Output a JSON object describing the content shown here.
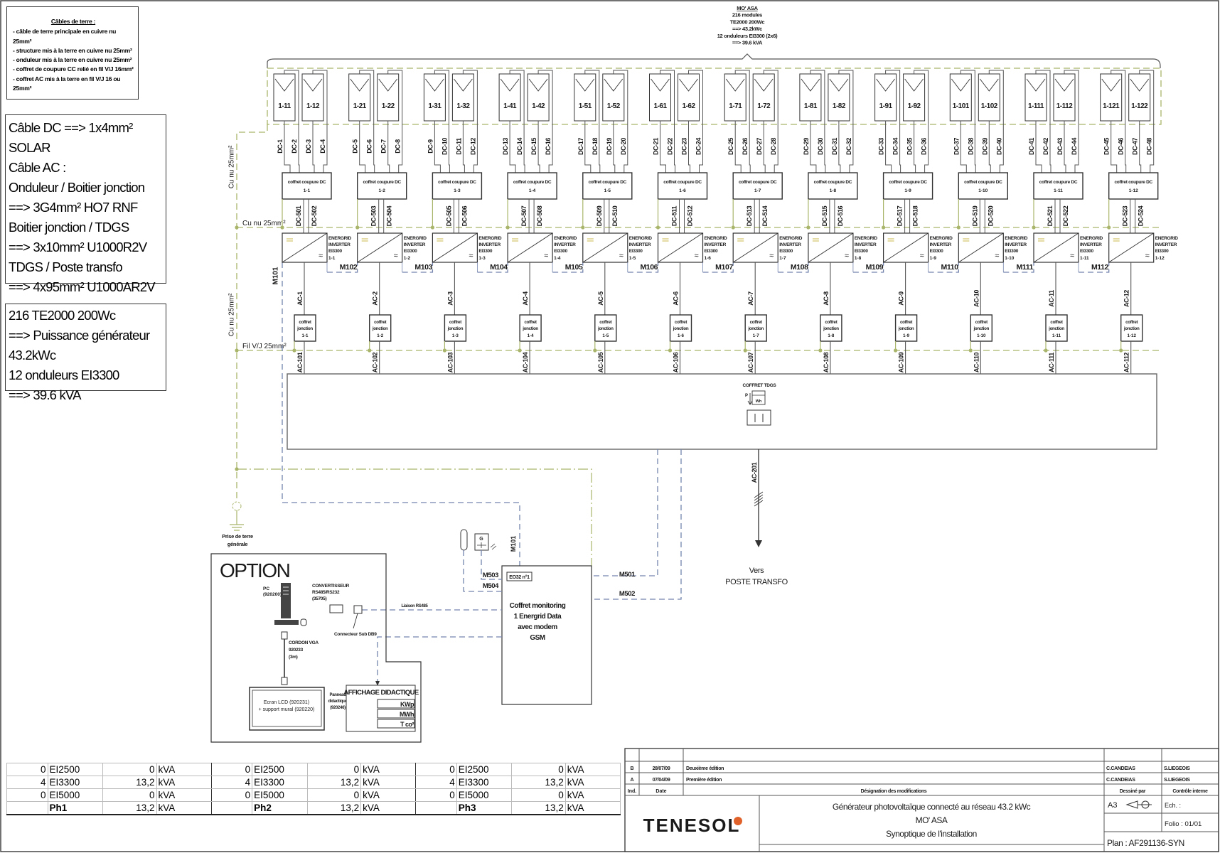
{
  "earth_cables": {
    "title": "Câbles de terre :",
    "lines": [
      "- câble de terre principale en cuivre nu 25mm²",
      "- structure mis à la terre en cuivre nu 25mm²",
      "- onduleur mis à la terre en cuivre nu 25mm²",
      "- coffret de coupure CC relié en fil V/J 16mm²",
      "- coffret AC mis à la terre en fil V/J 16 ou 25mm²"
    ]
  },
  "cable_specs": [
    "Câble DC ==> 1x4mm² SOLAR",
    "Câble AC :",
    "Onduleur / Boitier jonction",
    "==> 3G4mm² HO7 RNF",
    "Boitier jonction / TDGS",
    "==> 3x10mm² U1000R2V",
    "TDGS /  Poste transfo",
    "==> 4x95mm² U1000AR2V"
  ],
  "generator_summary": [
    "216 TE2000 200Wc",
    "==> Puissance générateur 43.2kWc",
    "12 onduleurs EI3300",
    "==> 39.6 kVA"
  ],
  "array_header": [
    "MO' ASA",
    "216 modules",
    "TE2000 200Wc",
    "==> 43.2kWc",
    "12 onduleurs EI3300 (2x6)",
    "==> 39.6 kVA"
  ],
  "bus_labels": {
    "cu_vertical_top": "Cu nu 25mm²",
    "cu_vertical_bottom": "Cu nu 25mm²",
    "cu_horizontal": "Cu nu 25mm²",
    "fil_vj": "Fil V/J 25mm²",
    "m101_inverters": "M101"
  },
  "common": {
    "coffret_dc": "coffret coupure DC",
    "inverter_lines": [
      "ENERGRID",
      "INVERTER",
      "EI3300"
    ],
    "jonction_lines": [
      "coffret",
      "jonction"
    ]
  },
  "groups": [
    {
      "panels": [
        "1-11",
        "1-12"
      ],
      "dc": [
        "DC-1",
        "DC-2",
        "DC-3",
        "DC-4"
      ],
      "coffret_dc": "1-1",
      "dc_out": [
        "DC-501",
        "DC-502"
      ],
      "inverter": "1-1",
      "m": "M102",
      "ac": "AC-1",
      "jonction": "1-1",
      "ac_out": "AC-101"
    },
    {
      "panels": [
        "1-21",
        "1-22"
      ],
      "dc": [
        "DC-5",
        "DC-6",
        "DC-7",
        "DC-8"
      ],
      "coffret_dc": "1-2",
      "dc_out": [
        "DC-503",
        "DC-504"
      ],
      "inverter": "1-2",
      "m": "M103",
      "ac": "AC-2",
      "jonction": "1-2",
      "ac_out": "AC-102"
    },
    {
      "panels": [
        "1-31",
        "1-32"
      ],
      "dc": [
        "DC-9",
        "DC-10",
        "DC-11",
        "DC-12"
      ],
      "coffret_dc": "1-3",
      "dc_out": [
        "DC-505",
        "DC-506"
      ],
      "inverter": "1-3",
      "m": "M104",
      "ac": "AC-3",
      "jonction": "1-3",
      "ac_out": "AC-103"
    },
    {
      "panels": [
        "1-41",
        "1-42"
      ],
      "dc": [
        "DC-13",
        "DC-14",
        "DC-15",
        "DC-16"
      ],
      "coffret_dc": "1-4",
      "dc_out": [
        "DC-507",
        "DC-508"
      ],
      "inverter": "1-4",
      "m": "M105",
      "ac": "AC-4",
      "jonction": "1-4",
      "ac_out": "AC-104"
    },
    {
      "panels": [
        "1-51",
        "1-52"
      ],
      "dc": [
        "DC-17",
        "DC-18",
        "DC-19",
        "DC-20"
      ],
      "coffret_dc": "1-5",
      "dc_out": [
        "DC-509",
        "DC-510"
      ],
      "inverter": "1-5",
      "m": "M106",
      "ac": "AC-5",
      "jonction": "1-5",
      "ac_out": "AC-105"
    },
    {
      "panels": [
        "1-61",
        "1-62"
      ],
      "dc": [
        "DC-21",
        "DC-22",
        "DC-23",
        "DC-24"
      ],
      "coffret_dc": "1-6",
      "dc_out": [
        "DC-511",
        "DC-512"
      ],
      "inverter": "1-6",
      "m": "M107",
      "ac": "AC-6",
      "jonction": "1-6",
      "ac_out": "AC-106"
    },
    {
      "panels": [
        "1-71",
        "1-72"
      ],
      "dc": [
        "DC-25",
        "DC-26",
        "DC-27",
        "DC-28"
      ],
      "coffret_dc": "1-7",
      "dc_out": [
        "DC-513",
        "DC-514"
      ],
      "inverter": "1-7",
      "m": "M108",
      "ac": "AC-7",
      "jonction": "1-7",
      "ac_out": "AC-107"
    },
    {
      "panels": [
        "1-81",
        "1-82"
      ],
      "dc": [
        "DC-29",
        "DC-30",
        "DC-31",
        "DC-32"
      ],
      "coffret_dc": "1-8",
      "dc_out": [
        "DC-515",
        "DC-516"
      ],
      "inverter": "1-8",
      "m": "M109",
      "ac": "AC-8",
      "jonction": "1-8",
      "ac_out": "AC-108"
    },
    {
      "panels": [
        "1-91",
        "1-92"
      ],
      "dc": [
        "DC-33",
        "DC-34",
        "DC-35",
        "DC-36"
      ],
      "coffret_dc": "1-9",
      "dc_out": [
        "DC-517",
        "DC-518"
      ],
      "inverter": "1-9",
      "m": "M110",
      "ac": "AC-9",
      "jonction": "1-9",
      "ac_out": "AC-109"
    },
    {
      "panels": [
        "1-101",
        "1-102"
      ],
      "dc": [
        "DC-37",
        "DC-38",
        "DC-39",
        "DC-40"
      ],
      "coffret_dc": "1-10",
      "dc_out": [
        "DC-519",
        "DC-520"
      ],
      "inverter": "1-10",
      "m": "M111",
      "ac": "AC-10",
      "jonction": "1-10",
      "ac_out": "AC-110"
    },
    {
      "panels": [
        "1-111",
        "1-112"
      ],
      "dc": [
        "DC-41",
        "DC-42",
        "DC-43",
        "DC-44"
      ],
      "coffret_dc": "1-11",
      "dc_out": [
        "DC-521",
        "DC-522"
      ],
      "inverter": "1-11",
      "m": "M112",
      "ac": "AC-11",
      "jonction": "1-11",
      "ac_out": "AC-111"
    },
    {
      "panels": [
        "1-121",
        "1-122"
      ],
      "dc": [
        "DC-45",
        "DC-46",
        "DC-47",
        "DC-48"
      ],
      "coffret_dc": "1-12",
      "dc_out": [
        "DC-523",
        "DC-524"
      ],
      "inverter": "1-12",
      "m": "",
      "ac": "AC-12",
      "jonction": "1-12",
      "ac_out": "AC-112"
    }
  ],
  "tdgs": {
    "title": "COFFRET TDGS",
    "p": "P",
    "wh": "Wh",
    "ac_out": "AC-201",
    "dest": [
      "Vers",
      "POSTE TRANSFO"
    ]
  },
  "earth": {
    "label": [
      "Prise de terre",
      "générale"
    ]
  },
  "monitoring": {
    "box_lines": [
      "Coffret monitoring",
      "1 Energrid Data",
      "avec modem",
      "GSM"
    ],
    "eo_label": "EO32 n°1",
    "m101": "M101",
    "m501": "M501",
    "m502": "M502",
    "m503": "M503",
    "m504": "M504",
    "sensor_g": "G",
    "rs485": "Liaison RS485"
  },
  "option": {
    "title": "OPTION",
    "pc": [
      "PC",
      "(920200)"
    ],
    "converter": [
      "CONVERTISSEUR",
      "RS485/RS232",
      "(35705)"
    ],
    "db9": "Connecteur Sub DB9",
    "vga": [
      "CORDON VGA",
      "920233",
      "(3m)"
    ],
    "lcd": [
      "Ecran LCD (920231)",
      "+ support mural (920220)"
    ],
    "panel_label": [
      "Panneau",
      "didactique",
      "(920246)"
    ],
    "display_title": "AFFICHAGE DIDACTIQUE",
    "display_units": [
      "KWp",
      "MWh",
      "T co²"
    ]
  },
  "phase_table": [
    {
      "phase": "Ph1",
      "total": "13,2",
      "rows": [
        {
          "count": "0",
          "model": "EI2500",
          "kva": "0"
        },
        {
          "count": "4",
          "model": "EI3300",
          "kva": "13,2"
        },
        {
          "count": "0",
          "model": "EI5000",
          "kva": "0"
        }
      ]
    },
    {
      "phase": "Ph2",
      "total": "13,2",
      "rows": [
        {
          "count": "0",
          "model": "EI2500",
          "kva": "0"
        },
        {
          "count": "4",
          "model": "EI3300",
          "kva": "13,2"
        },
        {
          "count": "0",
          "model": "EI5000",
          "kva": "0"
        }
      ]
    },
    {
      "phase": "Ph3",
      "total": "13,2",
      "rows": [
        {
          "count": "0",
          "model": "EI2500",
          "kva": "0"
        },
        {
          "count": "4",
          "model": "EI3300",
          "kva": "13,2"
        },
        {
          "count": "0",
          "model": "EI5000",
          "kva": "0"
        }
      ]
    }
  ],
  "phase_unit": "kVA",
  "title_block": {
    "revisions": [
      {
        "ind": "B",
        "date": "28/07/09",
        "designation": "Deuxième édition",
        "drawn": "C.CANDEIAS",
        "checked": "S.LIEGEOIS"
      },
      {
        "ind": "A",
        "date": "07/04/09",
        "designation": "Première édition",
        "drawn": "C.CANDEIAS",
        "checked": "S.LIEGEOIS"
      }
    ],
    "headers": {
      "ind": "Ind.",
      "date": "Date",
      "designation": "Désignation des modifications",
      "drawn": "Dessiné par",
      "checked": "Contrôle interne"
    },
    "logo": "TENESOL",
    "title_lines": [
      "Générateur photovoltaïque connecté au réseau 43.2 kWc",
      "MO' ASA",
      "Synoptique de l'installation"
    ],
    "format": "A3",
    "scale": "Ech. :",
    "folio": "Folio :   01/01",
    "plan": "Plan :  AF291136-SYN"
  },
  "colors": {
    "earth_green": "#a9b56a",
    "comm_blue": "#7484ad",
    "line": "#333333",
    "logo_blue": "#6d8aa8",
    "logo_orange": "#e0622a"
  }
}
